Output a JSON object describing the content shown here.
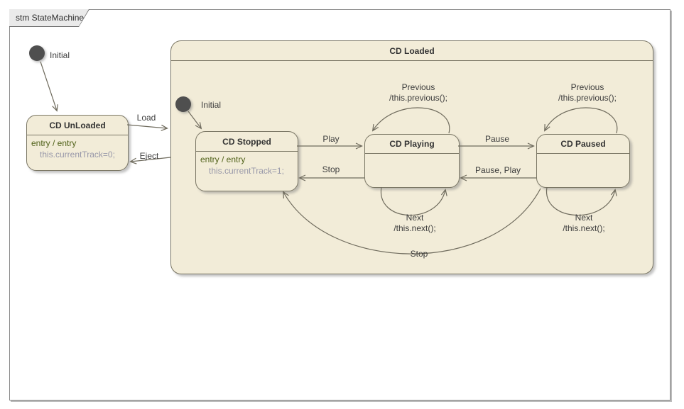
{
  "frame": {
    "tab": "stm StateMachine"
  },
  "colors": {
    "state_fill": "#F2ECD8",
    "state_border": "#7B7765",
    "line": "#6F6B5D",
    "entry_green": "#51621A",
    "action_gray": "#9898A9",
    "initial_fill": "#4F4F4F",
    "tab_fill": "#EAEAEA",
    "frame_border": "#8B8B8B",
    "text": "#3C3C3C"
  },
  "nodes": {
    "outer_initial": "Initial",
    "inner_initial": "Initial",
    "cd_unloaded": {
      "title": "CD UnLoaded",
      "entry": "entry / entry",
      "action": "this.currentTrack=0;"
    },
    "cd_loaded": {
      "title": "CD Loaded"
    },
    "cd_stopped": {
      "title": "CD Stopped",
      "entry": "entry / entry",
      "action": "this.currentTrack=1;"
    },
    "cd_playing": {
      "title": "CD Playing"
    },
    "cd_paused": {
      "title": "CD Paused"
    }
  },
  "transitions": {
    "load": "Load",
    "eject": "Eject",
    "play": "Play",
    "stop_inner": "Stop",
    "pause": "Pause",
    "pause_play": "Pause, Play",
    "stop_outer": "Stop",
    "previous_playing": {
      "label": "Previous",
      "action": "/this.previous();"
    },
    "previous_paused": {
      "label": "Previous",
      "action": "/this.previous();"
    },
    "next_playing": {
      "label": "Next",
      "action": "/this.next();"
    },
    "next_paused": {
      "label": "Next",
      "action": "/this.next();"
    }
  }
}
